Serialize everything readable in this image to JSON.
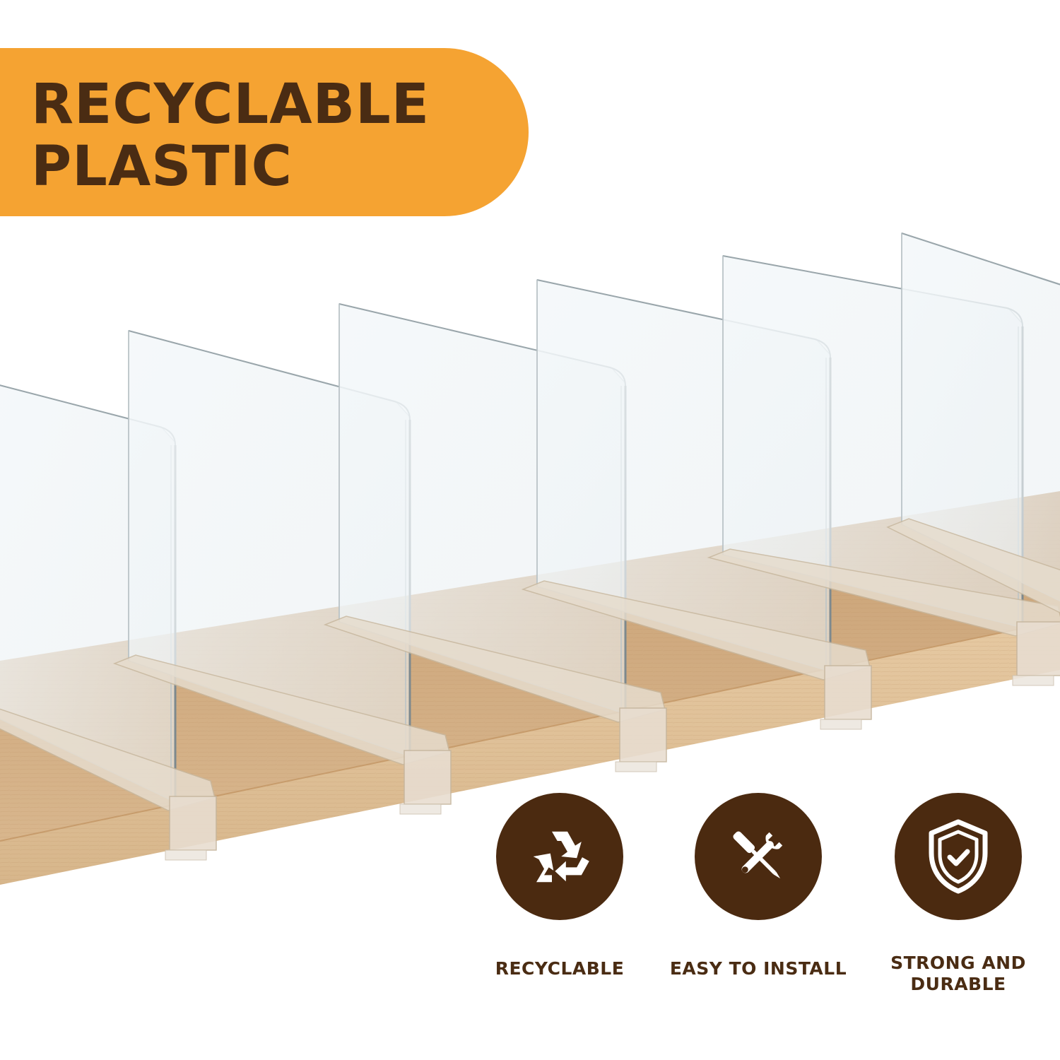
{
  "banner": {
    "line1": "RECYCLABLE",
    "line2": "PLASTIC",
    "background_color": "#f5a332",
    "text_color": "#4a2c13"
  },
  "features": [
    {
      "icon": "recycle-icon",
      "label": "RECYCLABLE"
    },
    {
      "icon": "tools-icon",
      "label": "EASY TO INSTALL"
    },
    {
      "icon": "shield-check-icon",
      "label_line1": "STRONG AND",
      "label_line2": "DURABLE"
    }
  ],
  "colors": {
    "badge": "#4b2a10",
    "wood_top": "#d9b48a",
    "wood_edge": "#e1c39d"
  }
}
